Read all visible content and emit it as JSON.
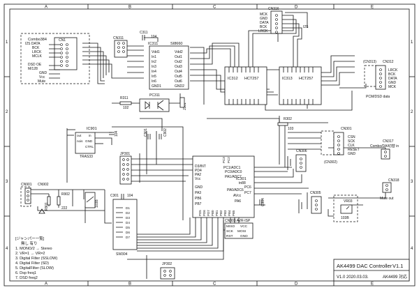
{
  "frame": {
    "col_labels": [
      "A",
      "B",
      "C",
      "D",
      "E"
    ],
    "row_labels": [
      "1",
      "2",
      "3",
      "4"
    ]
  },
  "title_block": {
    "title": "AK4499 DAC Controller",
    "version": "V1.1",
    "revision": "V1.0 2020.03.03.",
    "note": "AK4499 対応"
  },
  "combo": {
    "title": "Combo384",
    "pins": [
      "I2S DATA",
      "BCK",
      "LRCK",
      "MCLK",
      "DSD OE",
      "M/128",
      "GND",
      "Vcc",
      "Mute"
    ],
    "connector": "CN1"
  },
  "cn311": {
    "label": "CN311"
  },
  "c311": {
    "label": "C311",
    "value": "104"
  },
  "ic311": {
    "label": "IC311",
    "part": "SI8660",
    "left_pins": [
      "Vdd1",
      "In1",
      "In2",
      "In3",
      "In4",
      "In5",
      "In6",
      "GND1"
    ],
    "right_pins": [
      "Vdd2",
      "Out1",
      "Out2",
      "Out3",
      "Out4",
      "Out5",
      "Out6",
      "GND2"
    ]
  },
  "r311": {
    "label": "R311",
    "value": "102"
  },
  "pc311": {
    "label": "PC311"
  },
  "j301": {
    "label": "J301"
  },
  "cn316": {
    "label": "CN316",
    "pins": [
      "MCK",
      "GND",
      "DATA",
      "BCK",
      "LRCK"
    ]
  },
  "i2s_label": "I2S",
  "ic312": {
    "label": "IC312",
    "part": "HCT257"
  },
  "ic313": {
    "label": "IC313",
    "part": "HCT257"
  },
  "cn313": {
    "label": "(CN313)"
  },
  "cn312": {
    "label": "CN312",
    "pins": [
      "LRCK",
      "BCK",
      "DATA",
      "GND",
      "MCK"
    ]
  },
  "pcm_label": "PCM/DSD data",
  "r302": {
    "label": "R302",
    "value": "103"
  },
  "cn301": {
    "label": "CN301",
    "pins": [
      "CSN",
      "SCK",
      "CLK",
      "RESET",
      "GND"
    ]
  },
  "cn302": {
    "label": "(CN302)"
  },
  "cn317": {
    "label": "CN317",
    "desc": "Combo/DAI切替 in"
  },
  "cn318": {
    "label": "CN318",
    "desc": "Mute out"
  },
  "ic901": {
    "label": "IC901",
    "part": "TRAS33",
    "pins": [
      "out",
      "nois",
      "GND",
      "CTRL",
      "in"
    ],
    "cap": "104"
  },
  "c901": {
    "label": "C901"
  },
  "c902": {
    "label": "C902"
  },
  "jp301": {
    "label": "JP301"
  },
  "ic301": {
    "label": "IC301",
    "part": "tn88",
    "left_pins": [
      "D3/INT",
      "PD4",
      "PA2",
      "Vcc",
      "GND",
      "PA3",
      "PB6",
      "PB7"
    ],
    "right_pins": [
      "PC1/ADC1",
      "PC0/ADC0",
      "PA1/ADC7",
      "PC6",
      "PC7",
      "PA0/ADC6",
      "AVcc",
      "PA6"
    ],
    "top_pins": [
      "PC3",
      "PC2"
    ],
    "bottom_pins": [
      "PD5",
      "PD6",
      "PD7",
      "PB0",
      "PB1",
      "PB2",
      "PB3",
      "PB4",
      "PB5"
    ]
  },
  "cn306": {
    "label": "CN306"
  },
  "cn305": {
    "label": "CN305"
  },
  "cn303": {
    "label": "CN303 AVR-ISP",
    "pins": [
      "MISO",
      "VCC",
      "SCK",
      "MOSI",
      "RST",
      "GND"
    ]
  },
  "c304": {
    "label": "C304"
  },
  "vr03": {
    "label": "VR03",
    "value": "103B"
  },
  "cn901": {
    "label": "CN901"
  },
  "cn902": {
    "label": "CN902"
  },
  "r901": {
    "label": "R901"
  },
  "r902": {
    "label": "R902",
    "value": "222"
  },
  "c301": {
    "label": "C301",
    "value": "104"
  },
  "sw304": {
    "label": "SW304",
    "pins": [
      "D1",
      "D2",
      "D3",
      "D4",
      "D5",
      "D6",
      "D7"
    ]
  },
  "vr_mid": {
    "value": "103B"
  },
  "jp302": {
    "label": "JP302"
  },
  "legend": {
    "title": "[ジャンパー一覧]",
    "header": "無し 有り",
    "items": [
      "1. MONO/2 → Stereo",
      "2. VR=1 → VR=2",
      "3. Digital Filter (SSLOW)",
      "4. Digital Filter (SD)",
      "5. DigitalFilter (SLOW)",
      "6. Dsp freq1",
      "7. DSD freq2"
    ]
  }
}
